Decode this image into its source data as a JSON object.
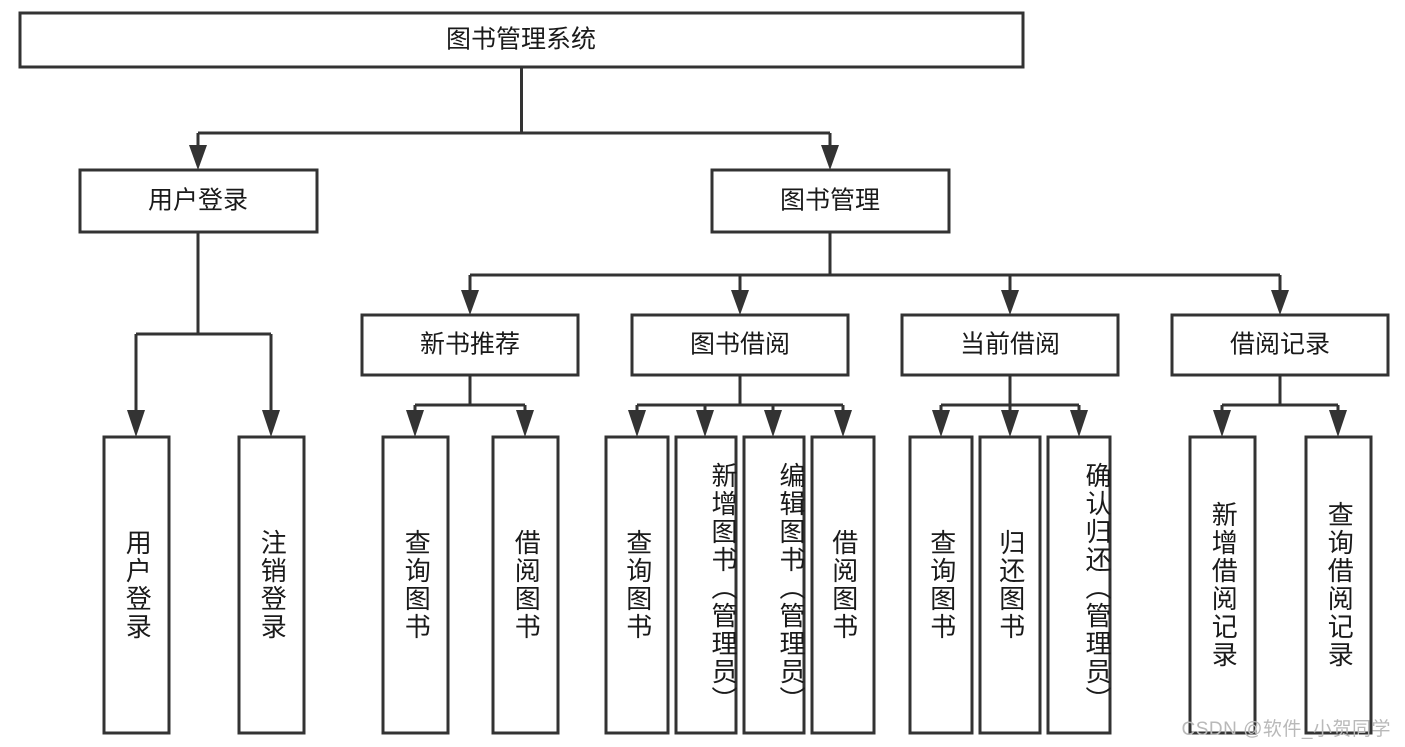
{
  "diagram": {
    "title": "图书管理系统",
    "type": "tree",
    "root": {
      "id": "root",
      "label": "图书管理系统"
    },
    "level1": [
      {
        "id": "user-login",
        "label": "用户登录"
      },
      {
        "id": "book-manage",
        "label": "图书管理"
      }
    ],
    "level2": [
      {
        "id": "new-book-recommend",
        "label": "新书推荐",
        "parent": "book-manage"
      },
      {
        "id": "book-borrow",
        "label": "图书借阅",
        "parent": "book-manage"
      },
      {
        "id": "current-borrow",
        "label": "当前借阅",
        "parent": "book-manage"
      },
      {
        "id": "borrow-record",
        "label": "借阅记录",
        "parent": "book-manage"
      }
    ],
    "leaves": [
      {
        "id": "leaf-user-login",
        "label": "用户登录",
        "parent": "user-login"
      },
      {
        "id": "leaf-logout-login",
        "label": "注销登录",
        "parent": "user-login"
      },
      {
        "id": "leaf-query-book-1",
        "label": "查询图书",
        "parent": "new-book-recommend"
      },
      {
        "id": "leaf-borrow-book-1",
        "label": "借阅图书",
        "parent": "new-book-recommend"
      },
      {
        "id": "leaf-query-book-2",
        "label": "查询图书",
        "parent": "book-borrow"
      },
      {
        "id": "leaf-add-book",
        "label": "新增图书（管理员）",
        "parent": "book-borrow"
      },
      {
        "id": "leaf-edit-book",
        "label": "编辑图书（管理员）",
        "parent": "book-borrow"
      },
      {
        "id": "leaf-borrow-book-2",
        "label": "借阅图书",
        "parent": "book-borrow"
      },
      {
        "id": "leaf-query-book-3",
        "label": "查询图书",
        "parent": "current-borrow"
      },
      {
        "id": "leaf-return-book",
        "label": "归还图书",
        "parent": "current-borrow"
      },
      {
        "id": "leaf-confirm-return",
        "label": "确认归还（管理员）",
        "parent": "current-borrow"
      },
      {
        "id": "leaf-add-record",
        "label": "新增借阅记录",
        "parent": "borrow-record"
      },
      {
        "id": "leaf-query-record",
        "label": "查询借阅记录",
        "parent": "borrow-record"
      }
    ],
    "colors": {
      "stroke": "#333333",
      "fill": "#ffffff",
      "text": "#1a1a1a",
      "watermark": "#b9b9b9"
    }
  },
  "watermark": {
    "text": "CSDN @软件_小贺同学"
  }
}
